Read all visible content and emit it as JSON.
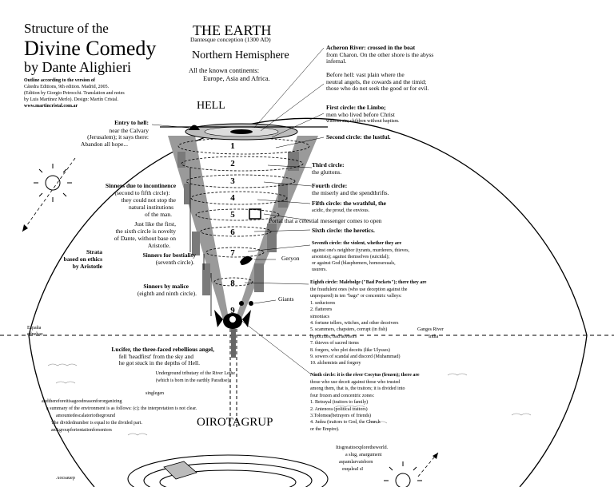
{
  "header": {
    "title_line1": "Structure of the",
    "title_line2": "Divine Comedy",
    "title_line3": "by Dante Alighieri",
    "credits": [
      "Outline according to the version of",
      "Cátedra Editions, 9th edition. Madrid, 2005.",
      "(Edition by Giorgio Petrocchi. Translation and notes",
      "by Luis Martínez Merlo). Design: Martín Cristal.",
      "www.martincristal.com.ar"
    ],
    "earth_title": "THE EARTH",
    "earth_sub": "Dantesque conception (1300 AD)",
    "hemisphere": "Northern Hemisphere",
    "continents_1": "All the known continents:",
    "continents_2": "Europe, Asia and Africa."
  },
  "hell": {
    "label": "HELL",
    "entry_title": "Entry to hell:",
    "entry_lines": [
      "near the Calvary",
      "(Jerusalem); it says there:",
      "Abandon all hope..."
    ],
    "circle_numbers": [
      "1",
      "2",
      "3",
      "4",
      "5",
      "6",
      "7",
      "8",
      "9"
    ],
    "acheron_title": "Acheron River: crossed in the boat",
    "acheron_lines": [
      "from Charon. On the other shore is the abyss",
      "infernal."
    ],
    "before_lines": [
      "Before hell: vast plain where the",
      "neutral angels, the cowards and the timid;",
      "those who do not seek the good or for evil."
    ],
    "c1_title": "First circle: the Limbo;",
    "c1_lines": [
      "men who lived before Christ",
      "without sin; children without baptism."
    ],
    "c2_title": "Second circle: the lustful.",
    "c3_title": "Third circle:",
    "c3_text": "the gluttons.",
    "c4_title": "Fourth circle:",
    "c4_text": "the miserly and the spendthrifts.",
    "c5_title": "Fifth circle: the wrathful, the",
    "c5_text": "acidic, the proud, the envious.",
    "portal": "Portal that a celestial messenger comes to open",
    "c6_title": "Sixth circle: the heretics.",
    "c7_title": "Seventh circle: the violent, whether they are",
    "c7_lines": [
      "against one's neighbor (tyrants, murderers, thieves,",
      "arsonists); against themselves (suicidal);",
      "or against God (blasphemers, homosexuals,",
      "usurers."
    ],
    "geryon": "Geryon",
    "c8_title": "Eighth circle: Malebolge (\"Bad Pockets\"); there they are",
    "c8_lines": [
      "the fraudulent ones (who use deception against the",
      "unprepared) in ten \"bags\" or concentric valleys:",
      "1. seductores",
      "2. flatterers",
      "simoniacs",
      "4. fortune tellers, witches, and other deceivers",
      "5. scammers, chapsters, corrupt (in fish)",
      "hypocrites; bad advisors",
      "7. thieves of sacred items",
      "8. forgers, who plot deceits (like Ulysses)",
      "9. sowers of scandal and discord (Muhammad)",
      "10. alchemists and forgery"
    ],
    "giants": "Giants",
    "c9_title": "Ninth circle: it is the river Cocytus (frozen); there are",
    "c9_lines": [
      "those who use deceit against those who trusted",
      "among them, that is, the traitors; it is divided into",
      "four frozen and concentric zones:",
      "1. Betrayal (traitors to family)",
      "2. Antenora (political traitors)",
      "3.Tolomea(betrayers of friends)",
      "4. Judea (traitors to God, the Church",
      "or the Empire)."
    ],
    "incontinence_title": "Sinners due to incontinence",
    "incontinence_lines": [
      "(second to fifth circle):",
      "they could not stop the",
      "natural institutions",
      "of the man."
    ],
    "first_circle_lines": [
      "Just like the first,",
      "the sixth circle is novelty",
      "of Dante, without base on",
      "Aristotle."
    ],
    "strata_lines": [
      "Strata",
      "based on ethics",
      "by Aristotle"
    ],
    "bestiality_title": "Sinners for bestiality",
    "bestiality_text": "(seventh circle).",
    "malice_title": "Sinners by malice",
    "malice_text": "(eighth and ninth circle).",
    "lucifer_title": "Lucifer, the three-faced rebellious angel,",
    "lucifer_lines": [
      "fell 'headfirst' from the sky and",
      "he got stuck in the depths of Hell."
    ]
  },
  "lower": {
    "espana": "España",
    "espana2": "ednebaz",
    "ganges": "Ganges River",
    "india": "India",
    "tributary_lines": [
      "Underground tributary of the River Lethe",
      "(which is born in the earthly Paradise)."
    ],
    "singlegen": "singlegen",
    "left_block": [
      "andthereforeitisagoodreasonfororganizing",
      "a summary of the environment is as follows: (c); the interpretation is not clear.",
      "amountedescalatoriotheground",
      "The dividednumber is equal to the divided part.",
      "anAgroupforientationforseniors"
    ],
    "purgatory": "OIROTAGRUP",
    "right_block": [
      "Itisgreattoexploretheworld.",
      "a slug, anargument",
      "aspamlarvaisborn",
      "euqaleaI sI"
    ],
    "bottom_left": ".xocsauep"
  }
}
